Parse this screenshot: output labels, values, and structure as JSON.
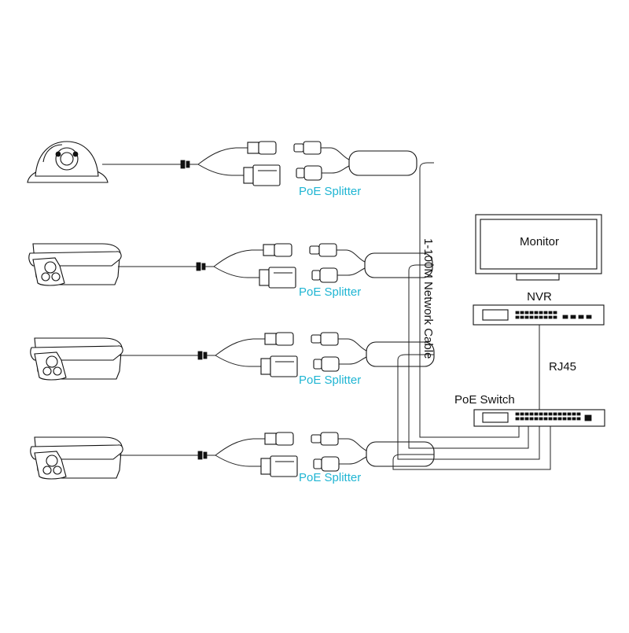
{
  "splitter_label": "PoE Splitter",
  "cable_label": "1-100M Network Cable",
  "monitor_label": "Monitor",
  "nvr_label": "NVR",
  "rj45_label": "RJ45",
  "switch_label": "PoE Switch",
  "colors": {
    "splitter_text": "#1fb5d3",
    "line": "#111111",
    "background": "#ffffff"
  },
  "cameras": [
    {
      "type": "dome-camera-icon"
    },
    {
      "type": "bullet-camera-icon"
    },
    {
      "type": "bullet-camera-icon"
    },
    {
      "type": "bullet-camera-icon"
    }
  ]
}
